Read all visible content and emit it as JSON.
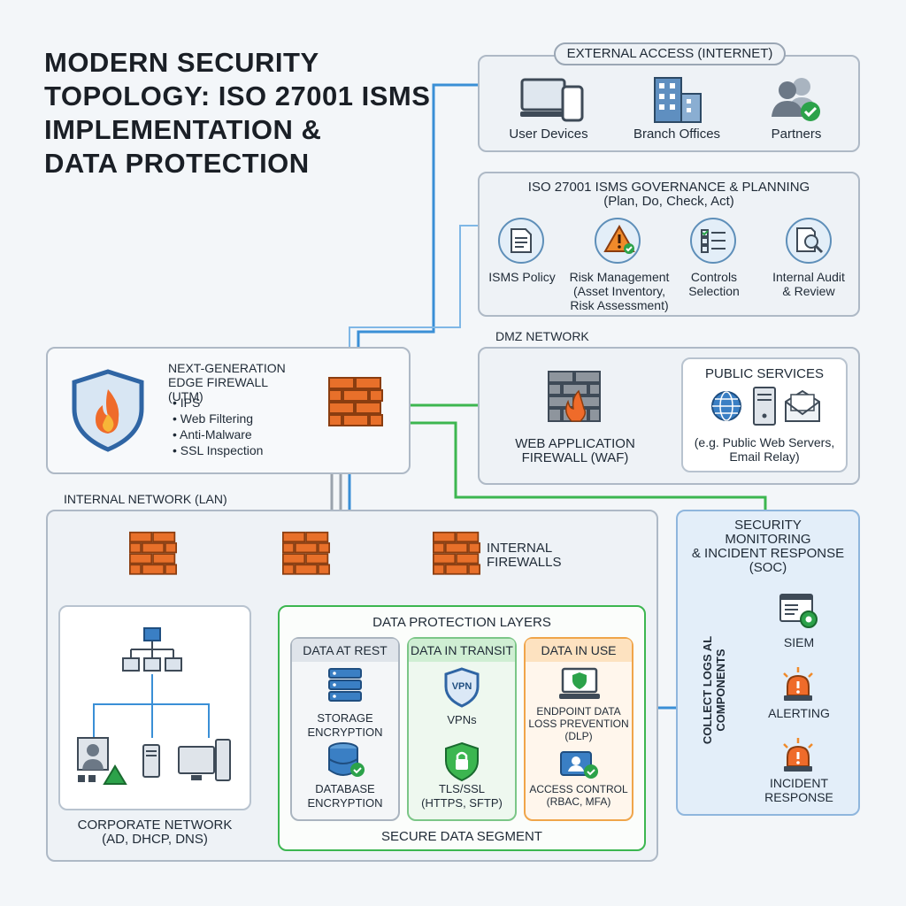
{
  "title_lines": [
    "MODERN SECURITY",
    "TOPOLOGY: ISO 27001 ISMS",
    "IMPLEMENTATION &",
    "DATA PROTECTION"
  ],
  "external": {
    "label": "EXTERNAL ACCESS (INTERNET)",
    "items": [
      "User Devices",
      "Branch Offices",
      "Partners"
    ]
  },
  "governance": {
    "title_line1": "ISO 27001 ISMS GOVERNANCE & PLANNING",
    "title_line2": "(Plan, Do, Check, Act)",
    "steps": [
      {
        "lines": [
          "ISMS Policy"
        ]
      },
      {
        "lines": [
          "Risk Management",
          "(Asset Inventory,",
          "Risk Assessment)"
        ]
      },
      {
        "lines": [
          "Controls",
          "Selection"
        ]
      },
      {
        "lines": [
          "Internal Audit",
          "& Review"
        ]
      }
    ]
  },
  "edge_firewall": {
    "title_line1": "NEXT-GENERATION",
    "title_line2": "EDGE FIREWALL (UTM)",
    "features": [
      "IPS",
      "Web Filtering",
      "Anti-Malware",
      "SSL Inspection"
    ]
  },
  "dmz": {
    "label": "DMZ NETWORK",
    "waf_line1": "WEB APPLICATION",
    "waf_line2": "FIREWALL (WAF)",
    "public_title": "PUBLIC SERVICES",
    "public_line1": "(e.g. Public Web Servers,",
    "public_line2": "Email Relay)"
  },
  "lan": {
    "label": "INTERNAL NETWORK (LAN)",
    "internal_fw_line1": "INTERNAL",
    "internal_fw_line2": "FIREWALLS",
    "corp_line1": "CORPORATE NETWORK",
    "corp_line2": "(AD, DHCP, DNS)"
  },
  "data_protection": {
    "title": "DATA PROTECTION LAYERS",
    "footer": "SECURE DATA SEGMENT",
    "columns": [
      {
        "head": "DATA AT REST",
        "items": [
          [
            "STORAGE",
            "ENCRYPTION"
          ],
          [
            "DATABASE",
            "ENCRYPTION"
          ]
        ]
      },
      {
        "head": "DATA IN TRANSIT",
        "items": [
          [
            "VPNs"
          ],
          [
            "TLS/SSL",
            "(HTTPS, SFTP)"
          ]
        ]
      },
      {
        "head": "DATA IN USE",
        "items": [
          [
            "ENDPOINT DATA",
            "LOSS PREVENTION",
            "(DLP)"
          ],
          [
            "ACCESS CONTROL",
            "(RBAC, MFA)"
          ]
        ]
      }
    ],
    "vpn_badge": "VPN"
  },
  "soc": {
    "title_lines": [
      "SECURITY",
      "MONITORING",
      "& INCIDENT RESPONSE",
      "(SOC)"
    ],
    "vertical_line1": "COLLECT LOGS AL",
    "vertical_line2": "COMPONENTS",
    "items": [
      "SIEM",
      "ALERTING",
      [
        "INCIDENT",
        "RESPONSE"
      ]
    ]
  },
  "colors": {
    "blue_line": "#3a8fd6",
    "green_line": "#3cb650",
    "grey_line": "#9aa3ad",
    "firewall": "#e8702a",
    "in_use": "#f0a54a"
  }
}
